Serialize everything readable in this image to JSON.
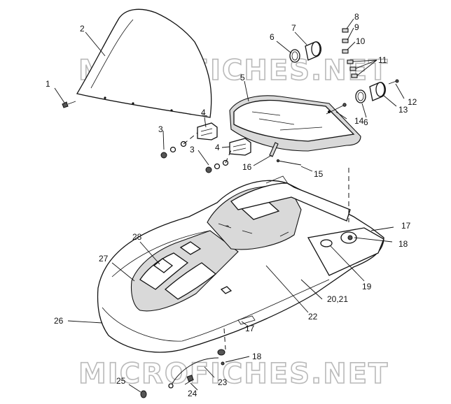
{
  "watermark": "MICROFICHES.NET",
  "callouts": {
    "c1": "1",
    "c2": "2",
    "c3a": "3",
    "c3b": "3",
    "c4a": "4",
    "c4b": "4",
    "c5": "5",
    "c6a": "6",
    "c6b": "6",
    "c7": "7",
    "c8": "8",
    "c9": "9",
    "c10": "10",
    "c11": "11",
    "c12": "12",
    "c13": "13",
    "c14": "14",
    "c15": "15",
    "c16": "16",
    "c17a": "17",
    "c17b": "17",
    "c18a": "18",
    "c18b": "18",
    "c19": "19",
    "c2021": "20,21",
    "c22": "22",
    "c23": "23",
    "c24": "24",
    "c25": "25",
    "c26": "26",
    "c27": "27",
    "c28": "28"
  }
}
